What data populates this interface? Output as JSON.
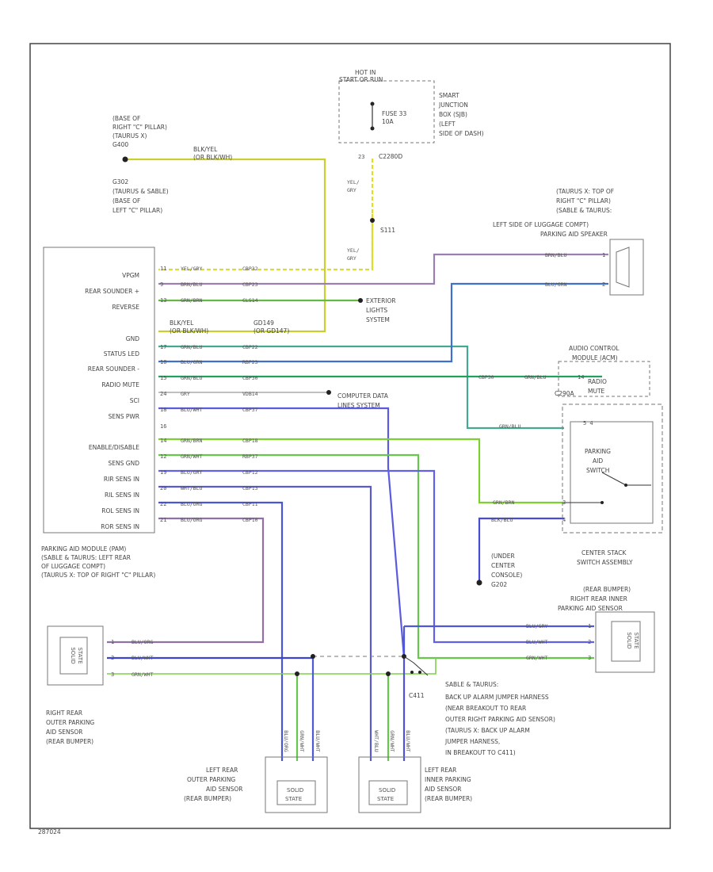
{
  "fuse": {
    "hot_label": "HOT IN",
    "hot_mode": "START OR RUN",
    "fuse_label": "FUSE 33",
    "fuse_rating": "10A",
    "sjb": [
      "SMART",
      "JUNCTION",
      "BOX (SJB)",
      "(LEFT",
      "SIDE OF DASH)"
    ],
    "conn_pin": "23",
    "conn_id": "C2280D",
    "wire_color_a": [
      "YEL/",
      "GRY"
    ],
    "splice": "S111",
    "wire_color_b": [
      "YEL/",
      "GRY"
    ]
  },
  "grounds": {
    "g400": [
      "(BASE OF",
      "RIGHT \"C\" PILLAR)",
      "(TAURUS X)",
      "G400"
    ],
    "g302": [
      "G302",
      "(TAURUS & SABLE)",
      "(BASE OF",
      "LEFT \"C\" PILLAR)"
    ],
    "g202": [
      "(UNDER",
      "CENTER",
      "CONSOLE)",
      "G202"
    ]
  },
  "upper_wire": {
    "color": "BLK/YEL",
    "alt": "(OR BLK/WH)"
  },
  "lower_wire": {
    "color": "BLK/YEL",
    "alt": "(OR BLK/WH)",
    "circuit": "GD149",
    "circuit_alt": "(OR GD147)"
  },
  "module": {
    "pins": [
      {
        "label": "VPGM",
        "pin": "11",
        "color": "YEL/GRY",
        "circuit": "CBP32"
      },
      {
        "label": "REAR SOUNDER +",
        "pin": "9",
        "color": "BRN/BLU",
        "circuit": "CBP23"
      },
      {
        "label": "REVERSE",
        "pin": "13",
        "color": "GRN/BRN",
        "circuit": "CLS14"
      },
      {
        "label": "GND",
        "pin": "",
        "color": "",
        "circuit": ""
      },
      {
        "label": "STATUS LED",
        "pin": "17",
        "color": "GRN/BLU",
        "circuit": "CBP22"
      },
      {
        "label": "REAR SOUNDER -",
        "pin": "10",
        "color": "BLU/GRN",
        "circuit": "RBP23"
      },
      {
        "label": "RADIO MUTE",
        "pin": "15",
        "color": "GRN/BLU",
        "circuit": "CBP30"
      },
      {
        "label": "SCI",
        "pin": "24",
        "color": "GRY",
        "circuit": "VDB14"
      },
      {
        "label": "SENS PWR",
        "pin": "18",
        "color": "BLU/WHT",
        "circuit": "CBP37"
      },
      {
        "label": "ENABLE/DISABLE",
        "pin": "14",
        "color": "GRN/BRN",
        "circuit": "CBP18"
      },
      {
        "label": "SENS GND",
        "pin": "12",
        "color": "GRN/WHT",
        "circuit": "RBP37"
      },
      {
        "label": "RIR SENS IN",
        "pin": "19",
        "color": "BLU/GRY",
        "circuit": "CBP12"
      },
      {
        "label": "RIL SENS IN",
        "pin": "20",
        "color": "WHT/BLU",
        "circuit": "CBP13"
      },
      {
        "label": "ROL SENS IN",
        "pin": "22",
        "color": "BLU/ORG",
        "circuit": "CBP11"
      },
      {
        "label": "ROR SENS IN",
        "pin": "21",
        "color": "BLU/ORG",
        "circuit": "CBP10"
      }
    ],
    "gnd_pin": "16",
    "desc": [
      "PARKING AID MODULE (PAM)",
      "(SABLE & TAURUS: LEFT REAR",
      "OF LUGGAGE COMPT)",
      "(TAURUS X: TOP OF RIGHT \"C\" PILLAR)"
    ]
  },
  "speaker": {
    "desc": [
      "(TAURUS X: TOP OF",
      "RIGHT \"C\" PILLAR)",
      "(SABLE & TAURUS:",
      "LEFT SIDE OF LUGGAGE COMPT)",
      "PARKING AID SPEAKER"
    ],
    "wire1": "BRN/BLU",
    "pin1": "1",
    "wire2": "BLU/GRN",
    "pin2": "2"
  },
  "ext_lights": [
    "EXTERIOR",
    "LIGHTS",
    "SYSTEM"
  ],
  "computer_data": [
    "COMPUTER DATA",
    "LINES SYSTEM"
  ],
  "audio": {
    "desc": [
      "AUDIO CONTROL",
      "MODULE (ACM)"
    ],
    "radio_mute": [
      "RADIO",
      "MUTE"
    ],
    "circuit": "CBP30",
    "wire": "GRN/BLU",
    "pin": "14",
    "conn": "C290A"
  },
  "switch": {
    "title": [
      "PARKING",
      "AID",
      "SWITCH"
    ],
    "wire_top": "GRN/BLU",
    "top_pins": "5   4",
    "wire_mid": "GRN/BRN",
    "wire_bot": "BLK/BLU",
    "pin_mid": "3",
    "pin_bot": "4",
    "desc": [
      "CENTER STACK",
      "SWITCH ASSEMBLY"
    ]
  },
  "rr_inner": {
    "desc": [
      "(REAR BUMPER)",
      "RIGHT REAR INNER",
      "PARKING AID SENSOR"
    ],
    "wires": [
      "BLU/GRY",
      "BLU/WHT",
      "GRN/WHT"
    ],
    "pins": [
      "1",
      "2",
      "3"
    ],
    "box": [
      "SOLID",
      "STATE"
    ]
  },
  "rr_outer": {
    "desc": [
      "RIGHT REAR",
      "OUTER PARKING",
      "AID SENSOR",
      "(REAR BUMPER)"
    ],
    "wires": [
      "BLU/ORG",
      "BLU/WHT",
      "GRN/WHT"
    ],
    "pins": [
      "1",
      "2",
      "3"
    ],
    "box": [
      "SOLID",
      "STATE"
    ]
  },
  "lr_outer": {
    "desc": [
      "LEFT REAR",
      "OUTER PARKING",
      "AID SENSOR",
      "(REAR BUMPER)"
    ],
    "wires": [
      "BLU/ORG",
      "GRN/WHT",
      "BLU/WHT"
    ],
    "box": [
      "SOLID",
      "STATE"
    ]
  },
  "lr_inner": {
    "desc": [
      "LEFT REAR",
      "INNER PARKING",
      "AID SENSOR",
      "(REAR BUMPER)"
    ],
    "wires": [
      "WHT/BLU",
      "GRN/WHT",
      "BLU/WHT"
    ],
    "box": [
      "SOLID",
      "STATE"
    ]
  },
  "harness_note": [
    "SABLE & TAURUS:",
    "BACK UP ALARM JUMPER HARNESS",
    "(NEAR BREAKOUT TO REAR",
    "OUTER RIGHT PARKING AID SENSOR)",
    "(TAURUS X: BACK UP ALARM",
    "JUMPER HARNESS,",
    "IN BREAKOUT TO C411)"
  ],
  "harness_conn": "C411",
  "footer": "287024"
}
